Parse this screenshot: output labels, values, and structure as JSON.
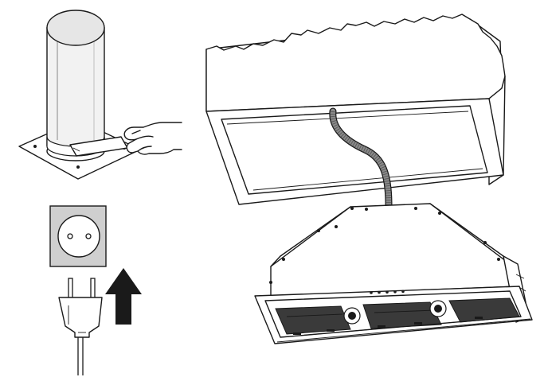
{
  "figure": {
    "panels": [
      "duct-tape-connection",
      "power-plug-into-socket",
      "hood-insert-installation"
    ],
    "colors": {
      "line": "#1a1a1a",
      "background": "#ffffff",
      "duct_tube": "#f2f2f2",
      "socket_plate": "#cfcfcf",
      "flex_hose": "#8a8a8a",
      "arrow": "#1a1a1a",
      "filter": "#3a3a3a"
    }
  }
}
